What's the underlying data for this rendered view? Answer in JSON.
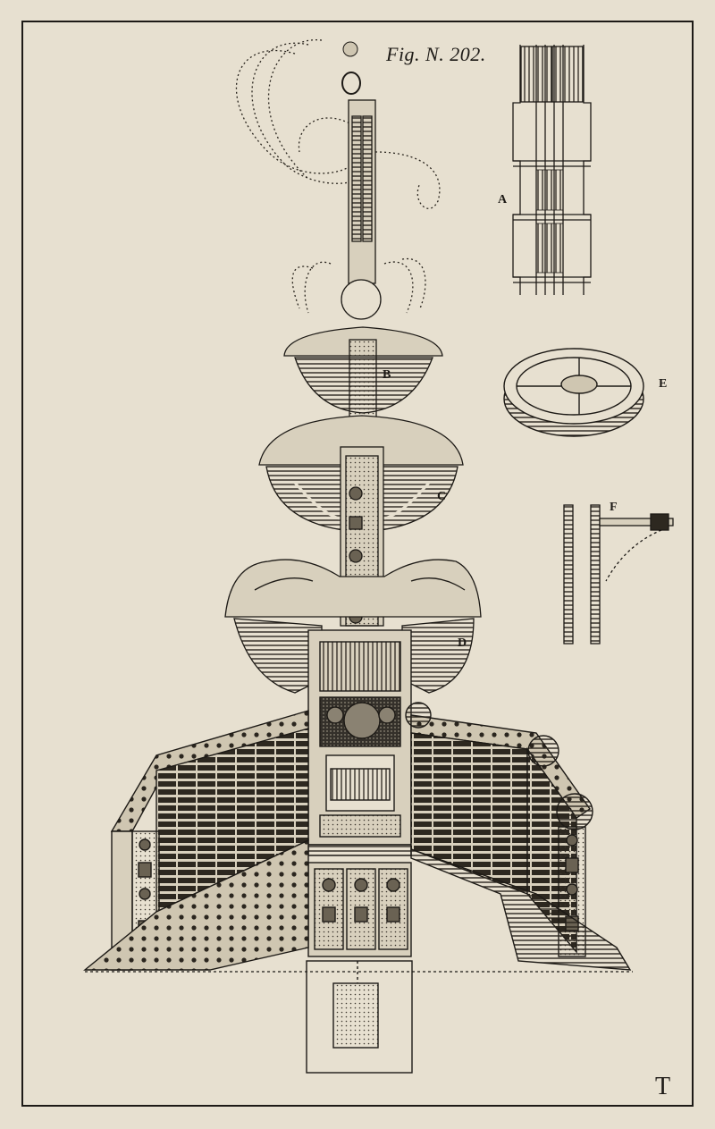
{
  "plate": {
    "figure_caption": "Fig. N. 202.",
    "corner_mark": "T",
    "labels": {
      "a": "A",
      "b": "B",
      "c": "C",
      "d": "D",
      "e": "E",
      "f": "F"
    }
  },
  "colors": {
    "paper": "#e7e0d0",
    "ink": "#1d1a16",
    "hatch": "#3a342c"
  }
}
